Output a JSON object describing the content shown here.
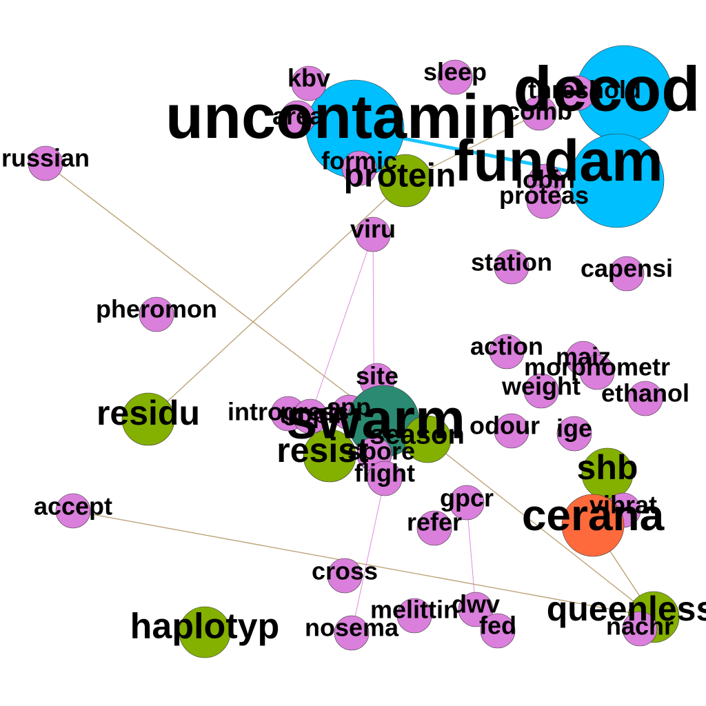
{
  "colors": {
    "pink": "#da7fdb",
    "olive": "#84b000",
    "cyan": "#00bfff",
    "teal": "#2b8a72",
    "orange": "#ff6a3d",
    "edge_tan": "#b59a6a",
    "edge_pink": "#da7fdb",
    "edge_cyan": "#00bfff"
  },
  "nodes": [
    {
      "id": "decod",
      "label": "decod",
      "color": "cyan",
      "size": "xl"
    },
    {
      "id": "fundam",
      "label": "fundam",
      "color": "cyan",
      "size": "xl"
    },
    {
      "id": "uncontamin",
      "label": "uncontamin",
      "color": "cyan",
      "size": "xl"
    },
    {
      "id": "threshold",
      "label": "threshold",
      "color": "pink",
      "size": "m"
    },
    {
      "id": "comb",
      "label": "comb",
      "color": "pink",
      "size": "m"
    },
    {
      "id": "sleep",
      "label": "sleep",
      "color": "pink",
      "size": "m"
    },
    {
      "id": "kbv",
      "label": "kbv",
      "color": "pink",
      "size": "m"
    },
    {
      "id": "area",
      "label": "area",
      "color": "pink",
      "size": "m"
    },
    {
      "id": "russian",
      "label": "russian",
      "color": "pink",
      "size": "m"
    },
    {
      "id": "formic",
      "label": "formic",
      "color": "pink",
      "size": "m"
    },
    {
      "id": "protein",
      "label": "protein",
      "color": "olive",
      "size": "l"
    },
    {
      "id": "lobin",
      "label": "lobin",
      "color": "pink",
      "size": "m"
    },
    {
      "id": "proteas",
      "label": "proteas",
      "color": "pink",
      "size": "m"
    },
    {
      "id": "viru",
      "label": "viru",
      "color": "pink",
      "size": "m"
    },
    {
      "id": "station",
      "label": "station",
      "color": "pink",
      "size": "m"
    },
    {
      "id": "capensi",
      "label": "capensi",
      "color": "pink",
      "size": "m"
    },
    {
      "id": "pheromon",
      "label": "pheromon",
      "color": "pink",
      "size": "m"
    },
    {
      "id": "action",
      "label": "action",
      "color": "pink",
      "size": "m"
    },
    {
      "id": "maiz",
      "label": "maiz",
      "color": "pink",
      "size": "m"
    },
    {
      "id": "morphometr",
      "label": "morphometr",
      "color": "pink",
      "size": "m"
    },
    {
      "id": "weight",
      "label": "weight",
      "color": "pink",
      "size": "m"
    },
    {
      "id": "ethanol",
      "label": "ethanol",
      "color": "pink",
      "size": "m"
    },
    {
      "id": "site",
      "label": "site",
      "color": "pink",
      "size": "m"
    },
    {
      "id": "residu",
      "label": "residu",
      "color": "olive",
      "size": "l"
    },
    {
      "id": "introgress",
      "label": "introgress",
      "color": "pink",
      "size": "m"
    },
    {
      "id": "tropil",
      "label": "tropil",
      "color": "pink",
      "size": "m"
    },
    {
      "id": "spp",
      "label": "spp",
      "color": "pink",
      "size": "m"
    },
    {
      "id": "swarm",
      "label": "swarm",
      "color": "teal",
      "size": "xl"
    },
    {
      "id": "resist",
      "label": "resist",
      "color": "olive",
      "size": "l"
    },
    {
      "id": "season",
      "label": "season",
      "color": "olive",
      "size": "l"
    },
    {
      "id": "spore",
      "label": "spore",
      "color": "pink",
      "size": "m"
    },
    {
      "id": "odour",
      "label": "odour",
      "color": "pink",
      "size": "m"
    },
    {
      "id": "ige",
      "label": "ige",
      "color": "pink",
      "size": "m"
    },
    {
      "id": "flight",
      "label": "flight",
      "color": "pink",
      "size": "m"
    },
    {
      "id": "shb",
      "label": "shb",
      "color": "olive",
      "size": "l"
    },
    {
      "id": "accept",
      "label": "accept",
      "color": "pink",
      "size": "m"
    },
    {
      "id": "gpcr",
      "label": "gpcr",
      "color": "pink",
      "size": "m"
    },
    {
      "id": "vibrat",
      "label": "vibrat",
      "color": "pink",
      "size": "m"
    },
    {
      "id": "refer",
      "label": "refer",
      "color": "pink",
      "size": "m"
    },
    {
      "id": "cerana",
      "label": "cerana",
      "color": "orange",
      "size": "xl"
    },
    {
      "id": "cross",
      "label": "cross",
      "color": "pink",
      "size": "m"
    },
    {
      "id": "melittin",
      "label": "melittin",
      "color": "pink",
      "size": "m"
    },
    {
      "id": "dwv",
      "label": "dwv",
      "color": "pink",
      "size": "m"
    },
    {
      "id": "haplotyp",
      "label": "haplotyp",
      "color": "olive",
      "size": "l"
    },
    {
      "id": "nosema",
      "label": "nosema",
      "color": "pink",
      "size": "m"
    },
    {
      "id": "fed",
      "label": "fed",
      "color": "pink",
      "size": "m"
    },
    {
      "id": "queenless",
      "label": "queenless",
      "color": "olive",
      "size": "l"
    },
    {
      "id": "nachr",
      "label": "nachr",
      "color": "pink",
      "size": "m"
    }
  ],
  "edges": [
    {
      "source": "uncontamin",
      "target": "fundam",
      "color": "edge_cyan"
    },
    {
      "source": "russian",
      "target": "swarm",
      "color": "edge_tan"
    },
    {
      "source": "residu",
      "target": "protein",
      "color": "edge_tan"
    },
    {
      "source": "accept",
      "target": "queenless",
      "color": "edge_tan"
    },
    {
      "source": "season",
      "target": "queenless",
      "color": "edge_tan"
    },
    {
      "source": "queenless",
      "target": "cerana",
      "color": "edge_tan"
    },
    {
      "source": "viru",
      "target": "tropil",
      "color": "edge_pink"
    },
    {
      "source": "viru",
      "target": "spore",
      "color": "edge_pink"
    },
    {
      "source": "flight",
      "target": "nosema",
      "color": "edge_pink"
    },
    {
      "source": "gpcr",
      "target": "dwv",
      "color": "edge_pink"
    },
    {
      "source": "protein",
      "target": "comb",
      "color": "edge_tan"
    }
  ]
}
